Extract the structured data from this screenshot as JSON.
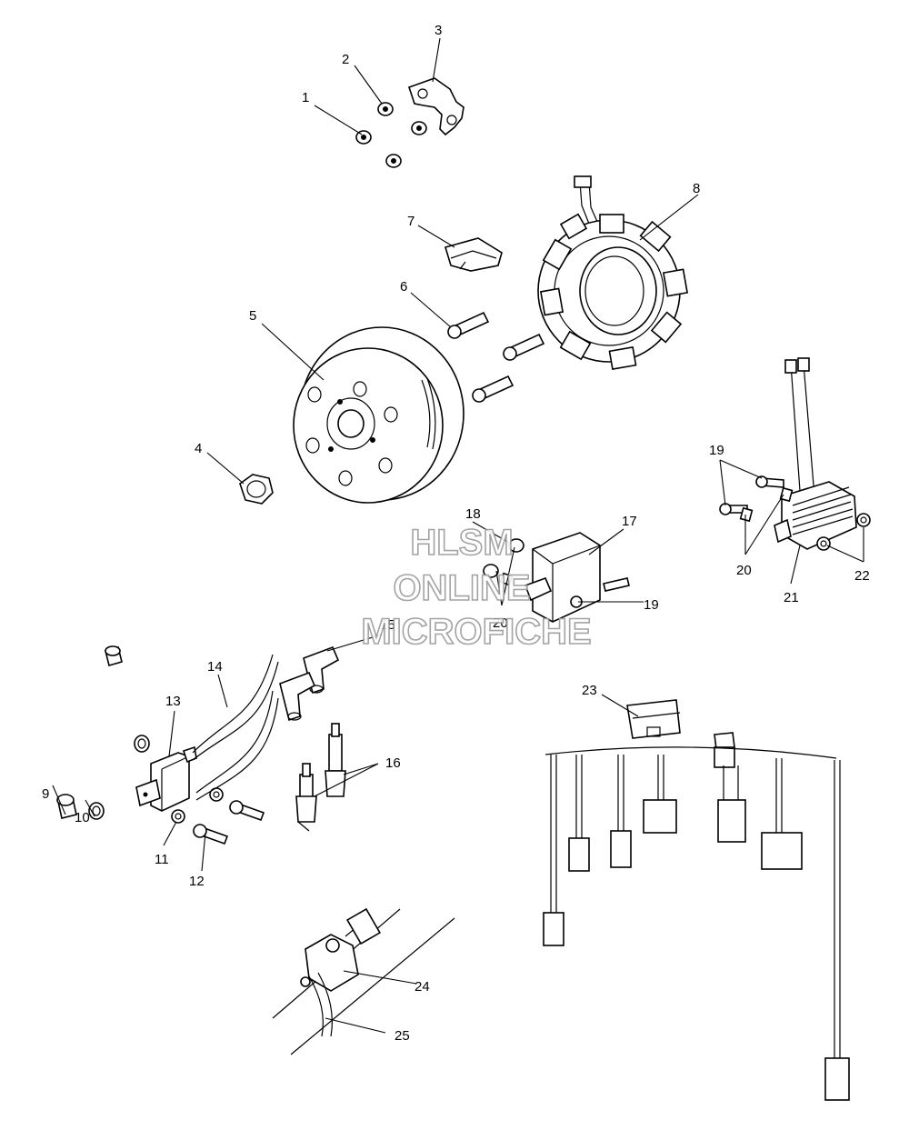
{
  "watermark": {
    "line1": "HLSM",
    "line2": "ONLINE",
    "line3": "MICROFICHE",
    "color": "#9a9a9a"
  },
  "callouts": [
    "1",
    "2",
    "3",
    "4",
    "5",
    "6",
    "7",
    "8",
    "9",
    "10",
    "11",
    "12",
    "13",
    "14",
    "15",
    "16",
    "17",
    "18",
    "19",
    "20",
    "21",
    "22",
    "23",
    "24",
    "25"
  ],
  "colors": {
    "ink": "#000000",
    "paper": "#ffffff"
  }
}
